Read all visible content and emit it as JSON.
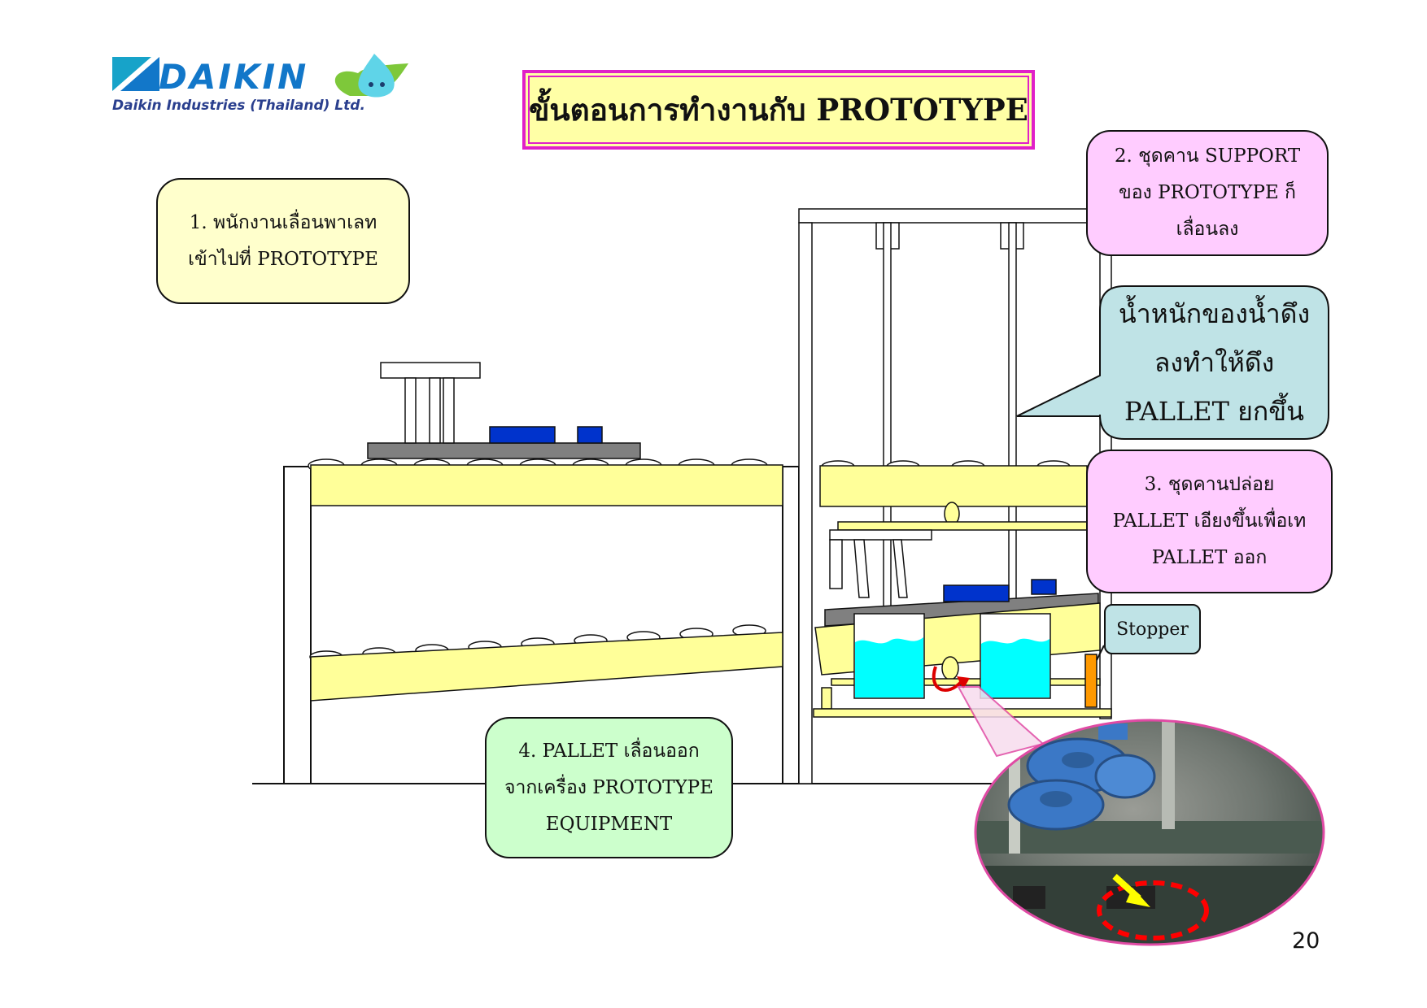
{
  "header": {
    "logo_word": "DAIKIN",
    "logo_subtitle": "Daikin Industries (Thailand) Ltd.",
    "title": "ขั้นตอนการทำงานกับ PROTOTYPE"
  },
  "callouts": {
    "step1": "1. พนักงานเลื่อนพาเลท\nเข้าไปที่ PROTOTYPE",
    "step2": "2. ชุดคาน SUPPORT\nของ PROTOTYPE ก็\nเลื่อนลง",
    "weight": "น้ำหนักของน้ำดึง\nลงทำให้ดึง\nPALLET ยกขึ้น",
    "step3": "3. ชุดคานปล่อย\nPALLET เอียงขึ้นเพื่อเท\nPALLET ออก",
    "step4": "4. PALLET เลื่อนออก\nจากเครื่อง PROTOTYPE\nEQUIPMENT",
    "stopper": "Stopper"
  },
  "page_number": "20",
  "colors": {
    "brand_blue": "#1277c9",
    "title_fill": "#ffffa6",
    "title_border": "#e020c8",
    "conveyor": "#ffff99",
    "pallet": "#808080",
    "part_blue": "#0033cc",
    "water": "#00ffff",
    "stopper": "#ff9900",
    "highlight_circle": "#ff0000",
    "arrow": "#ffff00"
  },
  "icons": [
    "daikin-logo-icon",
    "water-drop-mascot-icon",
    "rotation-arrow-icon",
    "yellow-pointer-arrow-icon"
  ]
}
